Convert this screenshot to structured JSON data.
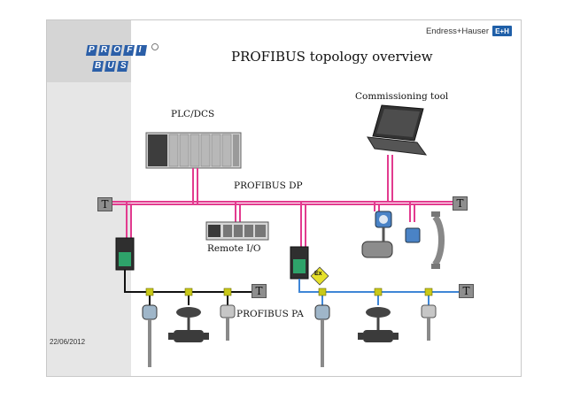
{
  "header": {
    "title": "PROFIBUS topology overview",
    "brand_name": "Endress+Hauser",
    "brand_mark": "E+H"
  },
  "logo": {
    "top": "PROFI",
    "bottom": "BUS"
  },
  "footer": {
    "date": "22/06/2012"
  },
  "labels": {
    "plc": "PLC/DCS",
    "commissioning": "Commissioning tool",
    "profibus_dp": "PROFIBUS DP",
    "remote_io": "Remote I/O",
    "profibus_pa": "PROFIBUS PA",
    "ex": "Ex"
  },
  "terminator": "T",
  "colors": {
    "dp_bus": "#e23b8f",
    "pa_bus_left": "#111111",
    "pa_bus_right": "#3f86d6",
    "node": "#c9c919",
    "terminator_fill": "#8e8e8e",
    "logo_blue": "#2b5fa8"
  }
}
